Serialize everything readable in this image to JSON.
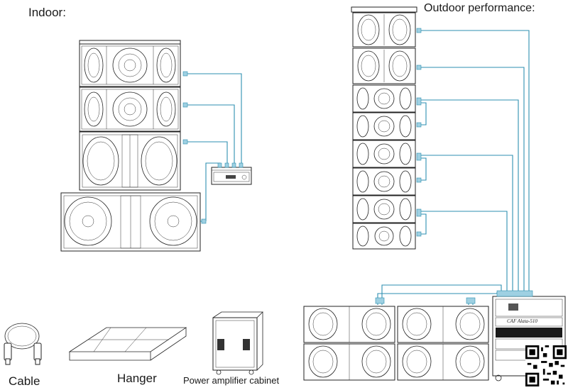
{
  "labels": {
    "indoor": "Indoor:",
    "outdoor": "Outdoor performance:",
    "cable": "Cable",
    "hanger": "Hanger",
    "power_cabinet": "Power amplifier cabinet"
  },
  "equipment": {
    "amp_brand": "CAF",
    "amp_model": "Alata-510"
  },
  "colors": {
    "cable": "#2e8fb0",
    "lines": "#222222"
  }
}
